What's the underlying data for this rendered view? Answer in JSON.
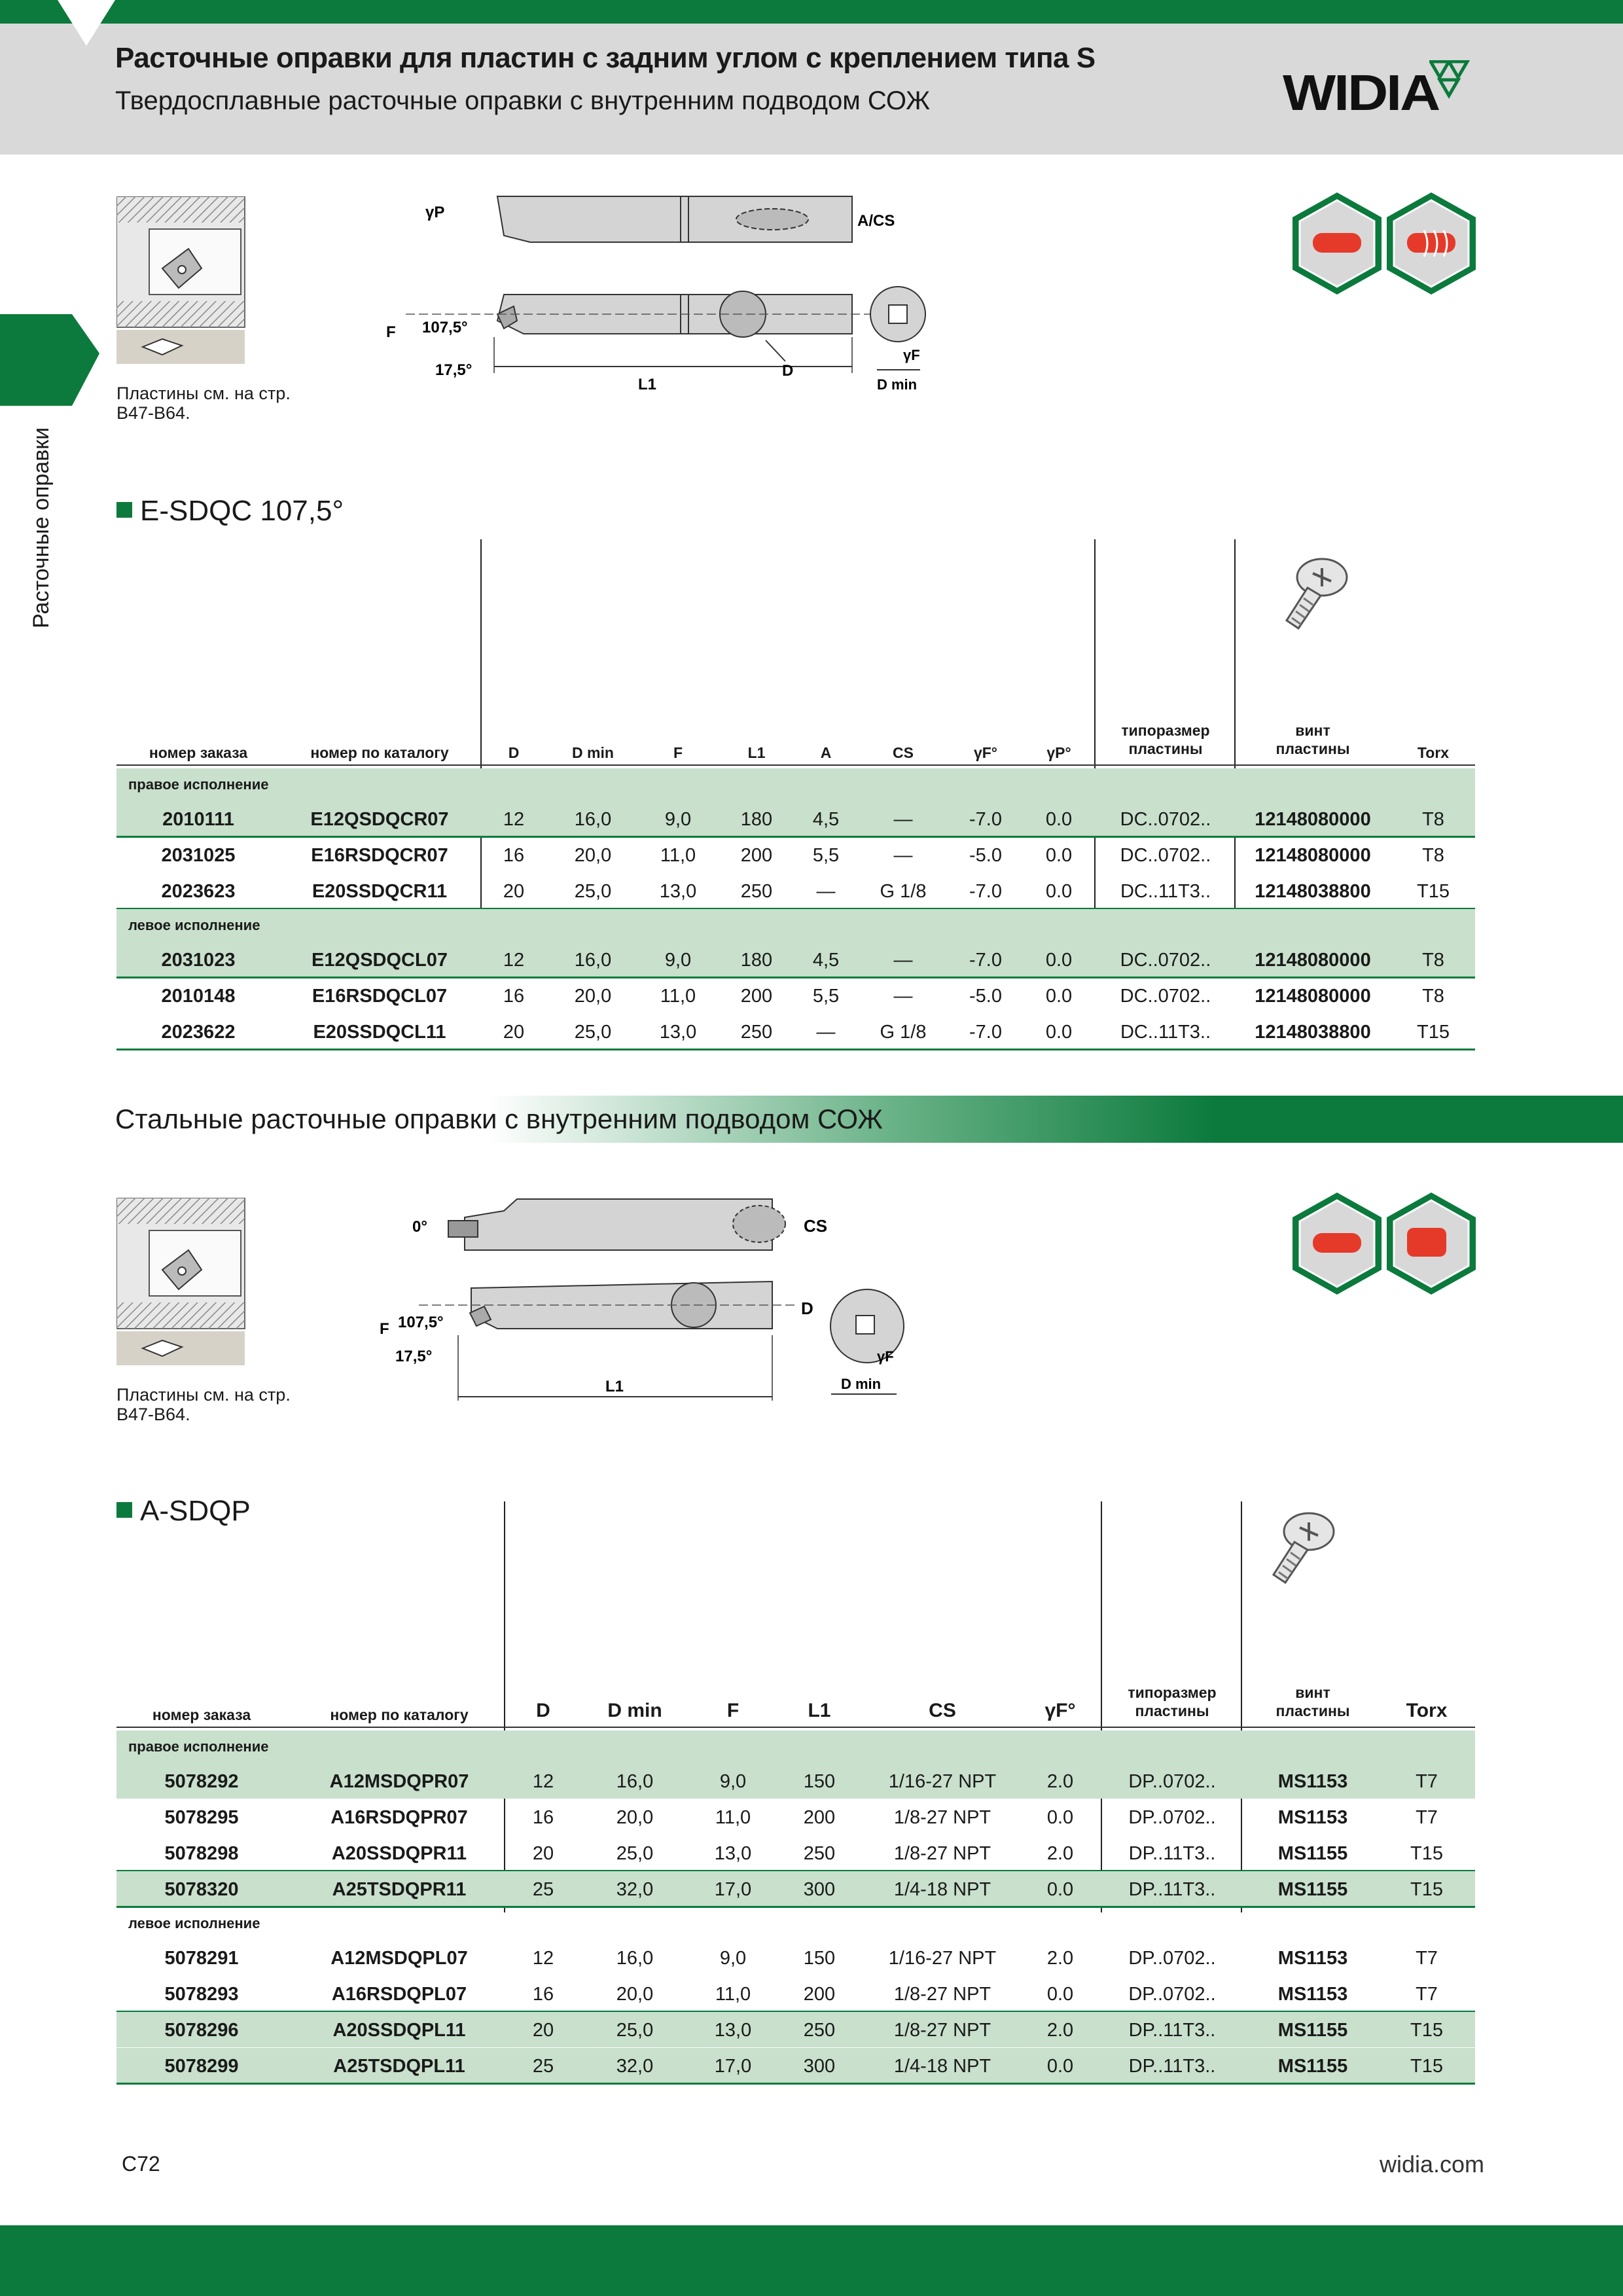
{
  "header": {
    "title": "Расточные оправки для пластин с задним углом с креплением типа S",
    "subtitle": "Твердосплавные расточные оправки с внутренним подводом СОЖ",
    "logo": "WIDIA"
  },
  "side_label": "Расточные оправки",
  "insert_note": "Пластины см. на стр. B47-B64.",
  "drawing1": {
    "labels": [
      "γP",
      "A/CS",
      "F",
      "107,5°",
      "17,5°",
      "L1",
      "D",
      "γF",
      "D min"
    ]
  },
  "drawing2": {
    "labels": [
      "0°",
      "CS",
      "D",
      "F",
      "107,5°",
      "17,5°",
      "L1",
      "γF",
      "D min"
    ]
  },
  "table1": {
    "title": "E-SDQC 107,5°",
    "headers": {
      "order_no": "номер заказа",
      "catalog_no": "номер по каталогу",
      "D": "D",
      "Dmin": "D min",
      "F": "F",
      "L1": "L1",
      "A": "A",
      "CS": "CS",
      "gF": "γF°",
      "gP": "γP°",
      "insert_size": [
        "типоразмер",
        "пластины"
      ],
      "screw": [
        "винт",
        "пластины"
      ],
      "torx": "Torx"
    },
    "right_label": "правое исполнение",
    "left_label": "левое исполнение",
    "right_rows": [
      [
        "2010111",
        "E12QSDQCR07",
        "12",
        "16,0",
        "9,0",
        "180",
        "4,5",
        "—",
        "-7.0",
        "0.0",
        "DC..0702..",
        "12148080000",
        "T8"
      ],
      [
        "2031025",
        "E16RSDQCR07",
        "16",
        "20,0",
        "11,0",
        "200",
        "5,5",
        "—",
        "-5.0",
        "0.0",
        "DC..0702..",
        "12148080000",
        "T8"
      ],
      [
        "2023623",
        "E20SSDQCR11",
        "20",
        "25,0",
        "13,0",
        "250",
        "—",
        "G 1/8",
        "-7.0",
        "0.0",
        "DC..11T3..",
        "12148038800",
        "T15"
      ]
    ],
    "left_rows": [
      [
        "2031023",
        "E12QSDQCL07",
        "12",
        "16,0",
        "9,0",
        "180",
        "4,5",
        "—",
        "-7.0",
        "0.0",
        "DC..0702..",
        "12148080000",
        "T8"
      ],
      [
        "2010148",
        "E16RSDQCL07",
        "16",
        "20,0",
        "11,0",
        "200",
        "5,5",
        "—",
        "-5.0",
        "0.0",
        "DC..0702..",
        "12148080000",
        "T8"
      ],
      [
        "2023622",
        "E20SSDQCL11",
        "20",
        "25,0",
        "13,0",
        "250",
        "—",
        "G 1/8",
        "-7.0",
        "0.0",
        "DC..11T3..",
        "12148038800",
        "T15"
      ]
    ]
  },
  "section2_title": "Стальные расточные оправки с внутренним подводом СОЖ",
  "table2": {
    "title": "A-SDQP",
    "headers": {
      "order_no": "номер заказа",
      "catalog_no": "номер по каталогу",
      "D": "D",
      "Dmin": "D min",
      "F": "F",
      "L1": "L1",
      "CS": "CS",
      "gF": "γF°",
      "insert_size": [
        "типоразмер",
        "пластины"
      ],
      "screw": [
        "винт",
        "пластины"
      ],
      "torx": "Torx"
    },
    "right_label": "правое исполнение",
    "left_label": "левое исполнение",
    "right_rows": [
      [
        "5078292",
        "A12MSDQPR07",
        "12",
        "16,0",
        "9,0",
        "150",
        "1/16-27 NPT",
        "2.0",
        "DP..0702..",
        "MS1153",
        "T7"
      ],
      [
        "5078295",
        "A16RSDQPR07",
        "16",
        "20,0",
        "11,0",
        "200",
        "1/8-27 NPT",
        "0.0",
        "DP..0702..",
        "MS1153",
        "T7"
      ],
      [
        "5078298",
        "A20SSDQPR11",
        "20",
        "25,0",
        "13,0",
        "250",
        "1/8-27 NPT",
        "2.0",
        "DP..11T3..",
        "MS1155",
        "T15"
      ],
      [
        "5078320",
        "A25TSDQPR11",
        "25",
        "32,0",
        "17,0",
        "300",
        "1/4-18 NPT",
        "0.0",
        "DP..11T3..",
        "MS1155",
        "T15"
      ]
    ],
    "left_rows": [
      [
        "5078291",
        "A12MSDQPL07",
        "12",
        "16,0",
        "9,0",
        "150",
        "1/16-27 NPT",
        "2.0",
        "DP..0702..",
        "MS1153",
        "T7"
      ],
      [
        "5078293",
        "A16RSDQPL07",
        "16",
        "20,0",
        "11,0",
        "200",
        "1/8-27 NPT",
        "0.0",
        "DP..0702..",
        "MS1153",
        "T7"
      ],
      [
        "5078296",
        "A20SSDQPL11",
        "20",
        "25,0",
        "13,0",
        "250",
        "1/8-27 NPT",
        "2.0",
        "DP..11T3..",
        "MS1155",
        "T15"
      ],
      [
        "5078299",
        "A25TSDQPL11",
        "25",
        "32,0",
        "17,0",
        "300",
        "1/4-18 NPT",
        "0.0",
        "DP..11T3..",
        "MS1155",
        "T15"
      ]
    ]
  },
  "footer": {
    "page": "C72",
    "site": "widia.com"
  },
  "colors": {
    "brand_green": "#0b7a3c",
    "row_green": "#c8e0cc",
    "header_gray": "#d9d9d9"
  }
}
